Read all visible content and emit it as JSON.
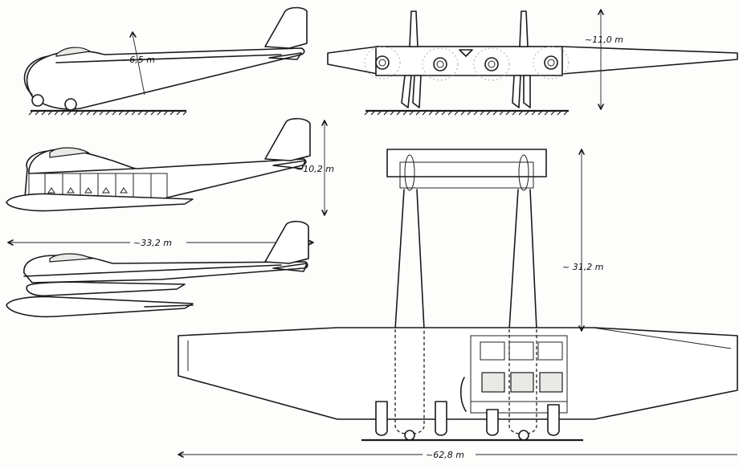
{
  "dimensions": {
    "glider_side_height": "~6,5 m",
    "front_view_height": "~11,0 m",
    "side_view_height": "~10,2 m",
    "side_view_length": "~33,2 m",
    "top_view_length": "~ 31,2 m",
    "top_view_span": "~62,8 m"
  }
}
